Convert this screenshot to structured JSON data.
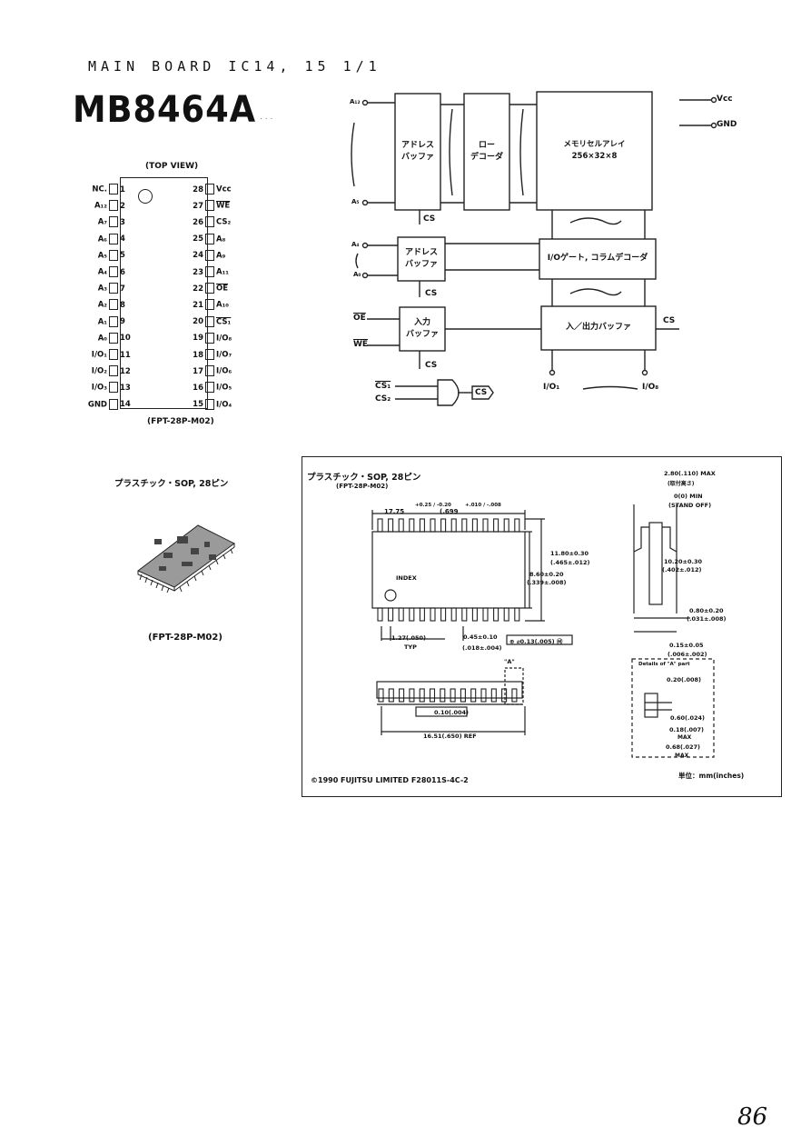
{
  "header": {
    "title": "MAIN BOARD IC14, 15 1/1",
    "part_number": "MB8464A"
  },
  "pinout": {
    "top_label": "(TOP VIEW)",
    "package_label": "(FPT-28P-M02)",
    "left_pins": [
      {
        "num": "1",
        "name": "NC."
      },
      {
        "num": "2",
        "name": "A₁₂"
      },
      {
        "num": "3",
        "name": "A₇"
      },
      {
        "num": "4",
        "name": "A₆"
      },
      {
        "num": "5",
        "name": "A₅"
      },
      {
        "num": "6",
        "name": "A₄"
      },
      {
        "num": "7",
        "name": "A₃"
      },
      {
        "num": "8",
        "name": "A₂"
      },
      {
        "num": "9",
        "name": "A₁"
      },
      {
        "num": "10",
        "name": "A₀"
      },
      {
        "num": "11",
        "name": "I/O₁"
      },
      {
        "num": "12",
        "name": "I/O₂"
      },
      {
        "num": "13",
        "name": "I/O₃"
      },
      {
        "num": "14",
        "name": "GND"
      }
    ],
    "right_pins": [
      {
        "num": "28",
        "name": "Vcc"
      },
      {
        "num": "27",
        "name": "WE"
      },
      {
        "num": "26",
        "name": "CS₂"
      },
      {
        "num": "25",
        "name": "A₈"
      },
      {
        "num": "24",
        "name": "A₉"
      },
      {
        "num": "23",
        "name": "A₁₁"
      },
      {
        "num": "22",
        "name": "OE"
      },
      {
        "num": "21",
        "name": "A₁₀"
      },
      {
        "num": "20",
        "name": "CS₁"
      },
      {
        "num": "19",
        "name": "I/O₈"
      },
      {
        "num": "18",
        "name": "I/O₇"
      },
      {
        "num": "17",
        "name": "I/O₆"
      },
      {
        "num": "16",
        "name": "I/O₅"
      },
      {
        "num": "15",
        "name": "I/O₄"
      }
    ]
  },
  "block_diagram": {
    "addr_top": "A₁₂",
    "addr_bottom": "A₅",
    "addr_buffer": "アドレス\nバッファ",
    "row_decoder": "ロー\nデコーダ",
    "memory_array": "メモリセルアレイ\n256×32×8",
    "vcc": "Vcc",
    "gnd": "GND",
    "cs_label": "CS",
    "col_addr_top": "A₄",
    "col_addr_bottom": "A₀",
    "col_addr_buffer": "アドレス\nバッファ",
    "io_gate": "I/Oゲート, コラムデコーダ",
    "input_buffer": "入力\nバッファ",
    "io_buffer": "入／出力バッファ",
    "oe": "OE",
    "we": "WE",
    "cs1": "CS₁",
    "cs2": "CS₂",
    "gate_out": "CS",
    "io1": "I/O₁",
    "io8": "I/O₈"
  },
  "package_left": {
    "caption": "プラスチック・SOP, 28ピン",
    "code": "(FPT-28P-M02)"
  },
  "package_drawing": {
    "title": "プラスチック・SOP, 28ピン",
    "code": "(FPT-28P-M02)",
    "dim_length": "17.75",
    "dim_length_tol": "+0.25 / -0.20",
    "dim_length_in": "(.699",
    "dim_length_in_tol": "+.010 / -.008",
    "dim_width_body": "11.80±0.30",
    "dim_width_body_in": "(.465±.012)",
    "dim_body2": "8.60±0.20",
    "dim_body2_in": "(.339±.008)",
    "index": "INDEX",
    "pitch": "1.27(.050)",
    "pitch_typ": "TYP",
    "lead_w": "0.45±0.10",
    "lead_w_in": "(.018±.004)",
    "tol_box": "⊕ ⌀0.13(.005) Ⓜ",
    "flat": "0.10(.004)",
    "ref": "16.51(.650) REF",
    "detail_tag": "\"A\"",
    "max_h": "2.80(.110) MAX",
    "max_h_sub": "(取付高さ)",
    "standoff": "0(0) MIN",
    "standoff_sub": "(STAND OFF)",
    "w_overall": "10.20±0.30",
    "w_overall_in": "(.402±.012)",
    "lead_len": "0.80±0.20",
    "lead_len_in": "(.031±.008)",
    "thick": "0.15±0.05",
    "thick_in": "(.006±.002)",
    "detail_title": "Details of \"A\" part",
    "detail_1": "0.20(.008)",
    "detail_2": "0.60(.024)",
    "detail_3": "0.18(.007)",
    "detail_3b": "MAX",
    "detail_4": "0.68(.027)",
    "detail_4b": "MAX",
    "copyright": "©1990 FUJITSU LIMITED F28011S-4C-2",
    "unit": "単位：mm(inches)"
  },
  "page_number": "86"
}
